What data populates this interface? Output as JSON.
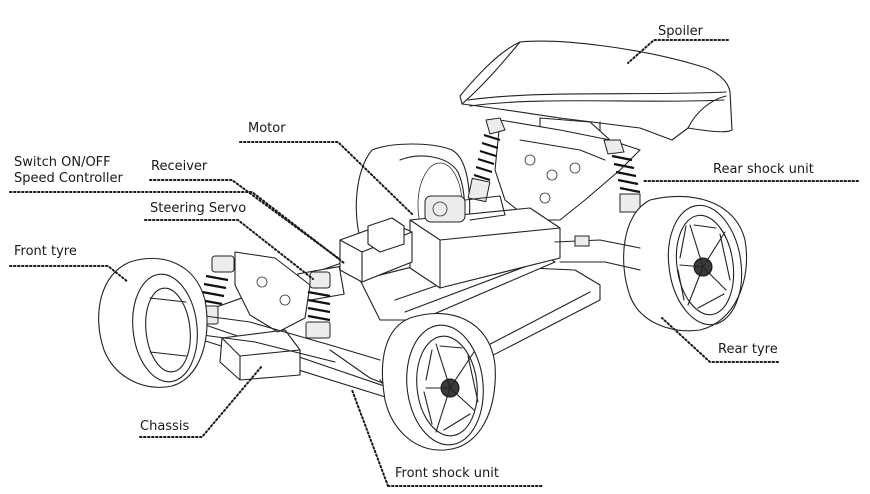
{
  "labels": {
    "spoiler": "Spoiler",
    "motor": "Motor",
    "switch_line1": "Switch ON/OFF",
    "switch_line2": "Speed Controller",
    "receiver": "Receiver",
    "rear_shock_unit": "Rear shock unit",
    "steering_servo": "Steering Servo",
    "front_tyre": "Front tyre",
    "rear_tyre": "Rear tyre",
    "chassis": "Chassis",
    "front_shock_unit": "Front shock unit"
  }
}
